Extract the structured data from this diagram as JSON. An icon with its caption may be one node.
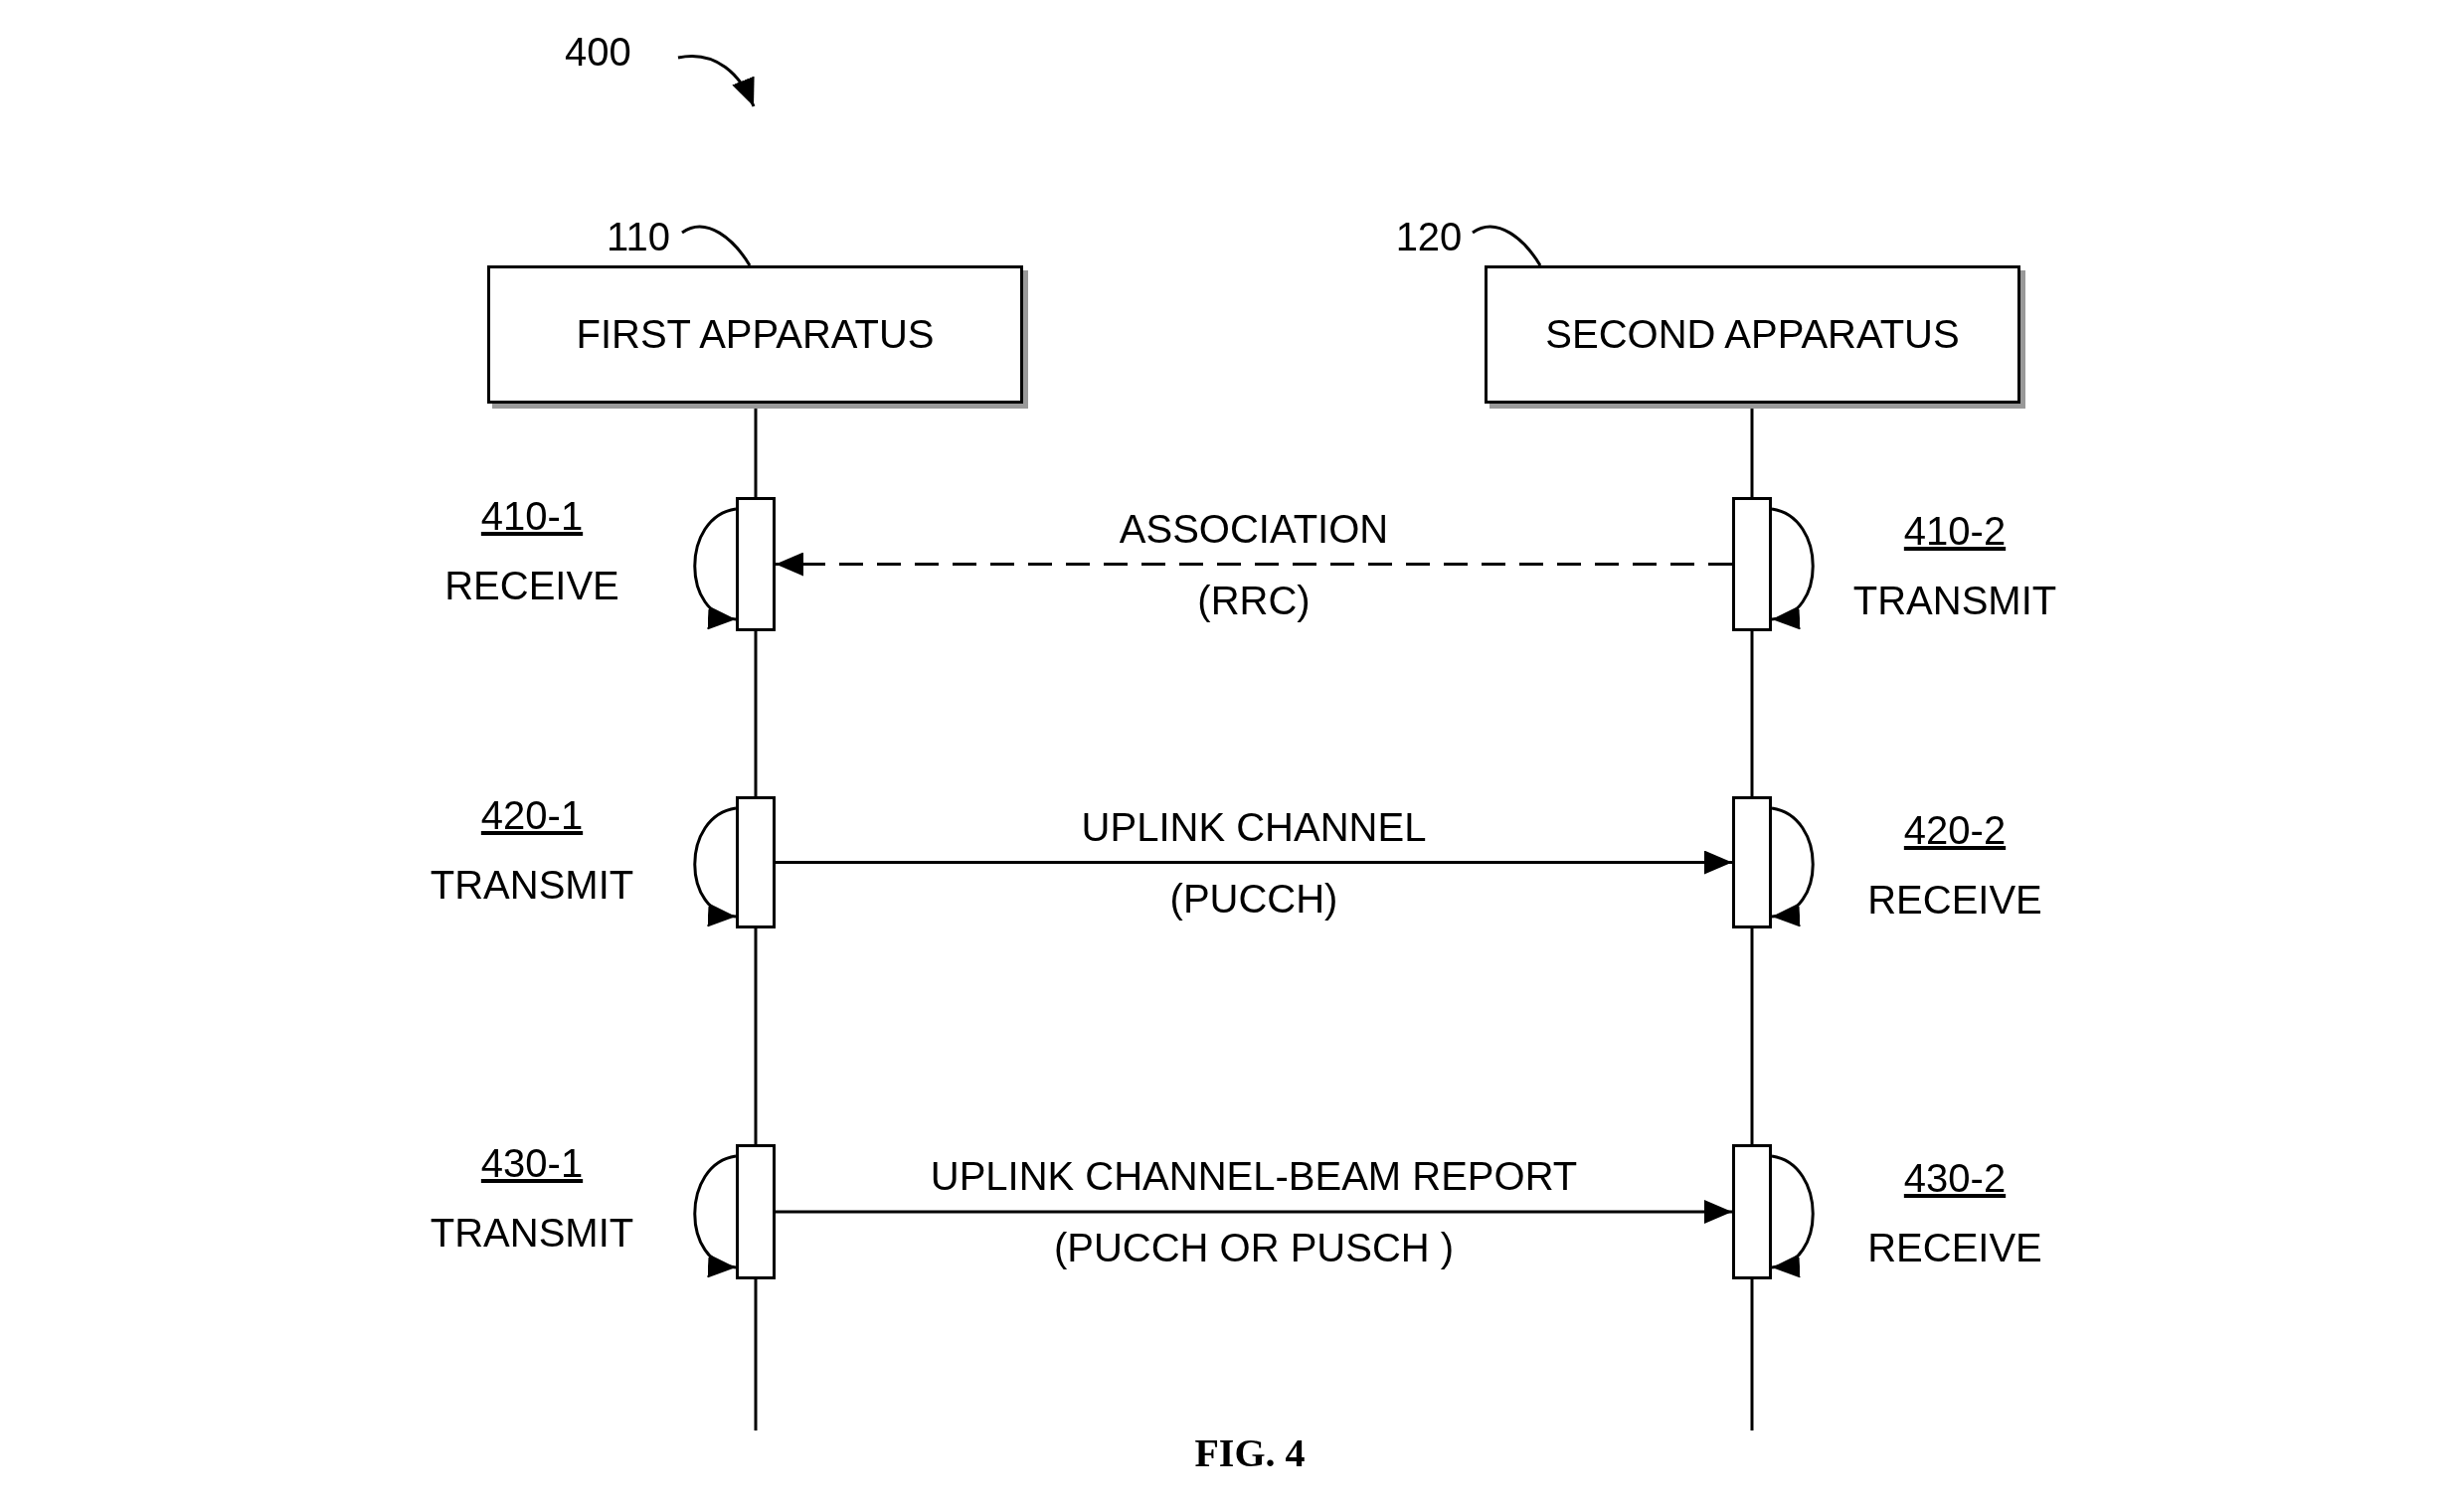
{
  "diagram": {
    "caption": "FIG. 4",
    "nodes": [
      {
        "text": [
          "110"
        ]
      },
      {
        "text": [
          "120"
        ]
      },
      {
        "text": [
          "FIRST APPARATUS"
        ]
      },
      {
        "text": [
          "SECOND APPARATUS"
        ]
      },
      {
        "text": [],
        "shape": "bar",
        "beside": [
          "410-1",
          "RECEIVE"
        ]
      },
      {
        "text": [],
        "shape": "bar",
        "beside": [
          "410-2",
          "TRANSMIT"
        ]
      },
      {
        "text": [],
        "shape": "bar",
        "beside": [
          "420-1",
          "TRANSMIT"
        ]
      },
      {
        "text": [],
        "shape": "bar",
        "beside": [
          "420-2",
          "RECEIVE"
        ]
      },
      {
        "text": [],
        "shape": "bar",
        "beside": [
          "430-1",
          "TRANSMIT"
        ]
      },
      {
        "text": [],
        "shape": "bar",
        "beside": [
          "430-2",
          "RECEIVE"
        ]
      }
    ],
    "edges": [
      {
        "from": 0,
        "to": 2,
        "arrow": "none"
      },
      {
        "from": 1,
        "to": 3,
        "arrow": "none"
      },
      {
        "from": 2,
        "to": 4,
        "arrow": "none"
      },
      {
        "from": 4,
        "to": 6,
        "arrow": "none"
      },
      {
        "from": 6,
        "to": 8,
        "arrow": "none"
      },
      {
        "from": 3,
        "to": 5,
        "arrow": "none"
      },
      {
        "from": 5,
        "to": 7,
        "arrow": "none"
      },
      {
        "from": 7,
        "to": 9,
        "arrow": "none"
      },
      {
        "from": 5,
        "to": 4,
        "arrow": "to",
        "style": "dashed",
        "label": "ASSOCIATION (RRC)"
      },
      {
        "from": 6,
        "to": 7,
        "arrow": "to",
        "label": "UPLINK CHANNEL (PUCCH)"
      },
      {
        "from": 8,
        "to": 9,
        "arrow": "to",
        "label": "UPLINK CHANNEL-BEAM REPORT (PUCCH OR PUSCH )"
      },
      {
        "from": 4,
        "to": 4,
        "arrow": "to"
      },
      {
        "from": 5,
        "to": 5,
        "arrow": "to"
      },
      {
        "from": 6,
        "to": 6,
        "arrow": "to"
      },
      {
        "from": 7,
        "to": 7,
        "arrow": "to"
      },
      {
        "from": 8,
        "to": 8,
        "arrow": "to"
      },
      {
        "from": 9,
        "to": 9,
        "arrow": "to"
      }
    ],
    "labels": [
      "400"
    ]
  }
}
